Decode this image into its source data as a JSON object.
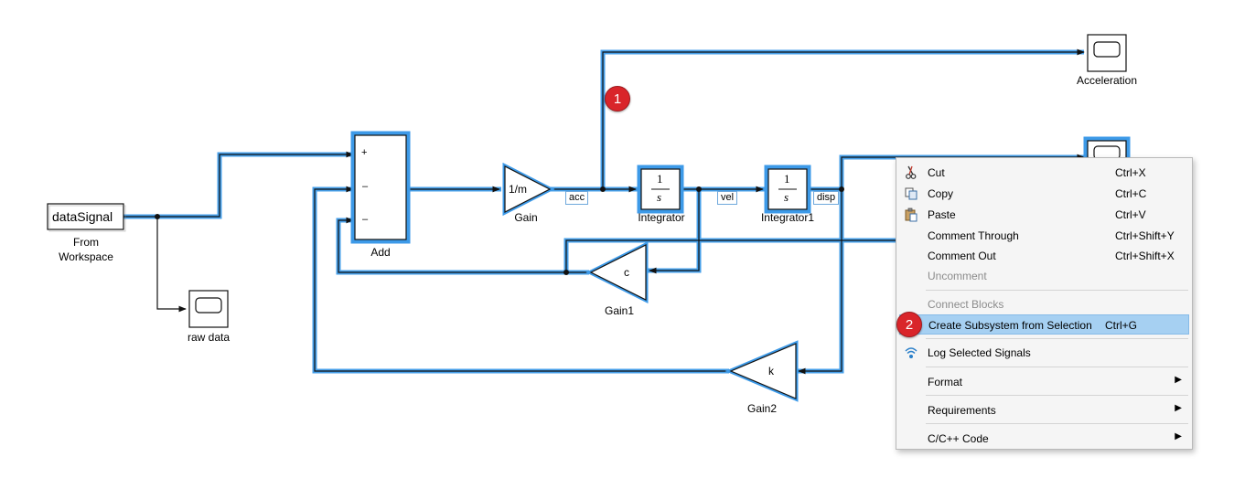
{
  "blocks": {
    "from_workspace": {
      "value": "dataSignal",
      "label_line1": "From",
      "label_line2": "Workspace"
    },
    "raw_data_scope": {
      "label": "raw data"
    },
    "add": {
      "label": "Add",
      "port1": "+",
      "port2": "–",
      "port3": "–"
    },
    "gain": {
      "value": "1/m",
      "label": "Gain"
    },
    "integrator": {
      "num": "1",
      "den": "s",
      "label": "Integrator"
    },
    "integrator1": {
      "num": "1",
      "den": "s",
      "label": "Integrator1"
    },
    "gain1": {
      "value": "c",
      "label": "Gain1"
    },
    "gain2": {
      "value": "k",
      "label": "Gain2"
    },
    "acceleration_scope": {
      "label": "Acceleration"
    }
  },
  "signals": {
    "acc": "acc",
    "vel": "vel",
    "disp": "disp"
  },
  "callouts": {
    "one": "1",
    "two": "2"
  },
  "context_menu": {
    "items": [
      {
        "label": "Cut",
        "shortcut": "Ctrl+X",
        "icon": "scissors-icon",
        "disabled": false
      },
      {
        "label": "Copy",
        "shortcut": "Ctrl+C",
        "icon": "copy-icon",
        "disabled": false
      },
      {
        "label": "Paste",
        "shortcut": "Ctrl+V",
        "icon": "paste-icon",
        "disabled": false
      },
      {
        "label": "Comment Through",
        "shortcut": "Ctrl+Shift+Y",
        "disabled": false
      },
      {
        "label": "Comment Out",
        "shortcut": "Ctrl+Shift+X",
        "disabled": false
      },
      {
        "label": "Uncomment",
        "shortcut": "",
        "disabled": true
      },
      {
        "label": "Connect Blocks",
        "shortcut": "",
        "disabled": true
      },
      {
        "label": "Create Subsystem from Selection",
        "shortcut": "Ctrl+G",
        "disabled": false,
        "highlighted": true
      },
      {
        "label": "Log Selected Signals",
        "shortcut": "",
        "icon": "signal-log-icon",
        "disabled": false
      },
      {
        "label": "Format",
        "shortcut": "",
        "submenu": true,
        "disabled": false
      },
      {
        "label": "Requirements",
        "shortcut": "",
        "submenu": true,
        "disabled": false
      },
      {
        "label": "C/C++ Code",
        "shortcut": "",
        "submenu": true,
        "disabled": false
      }
    ]
  },
  "colors": {
    "selection": "#3d9ae8",
    "signal_line": "#1a1a1a",
    "highlight": "#a6d0f2",
    "badge": "#d9252a"
  }
}
